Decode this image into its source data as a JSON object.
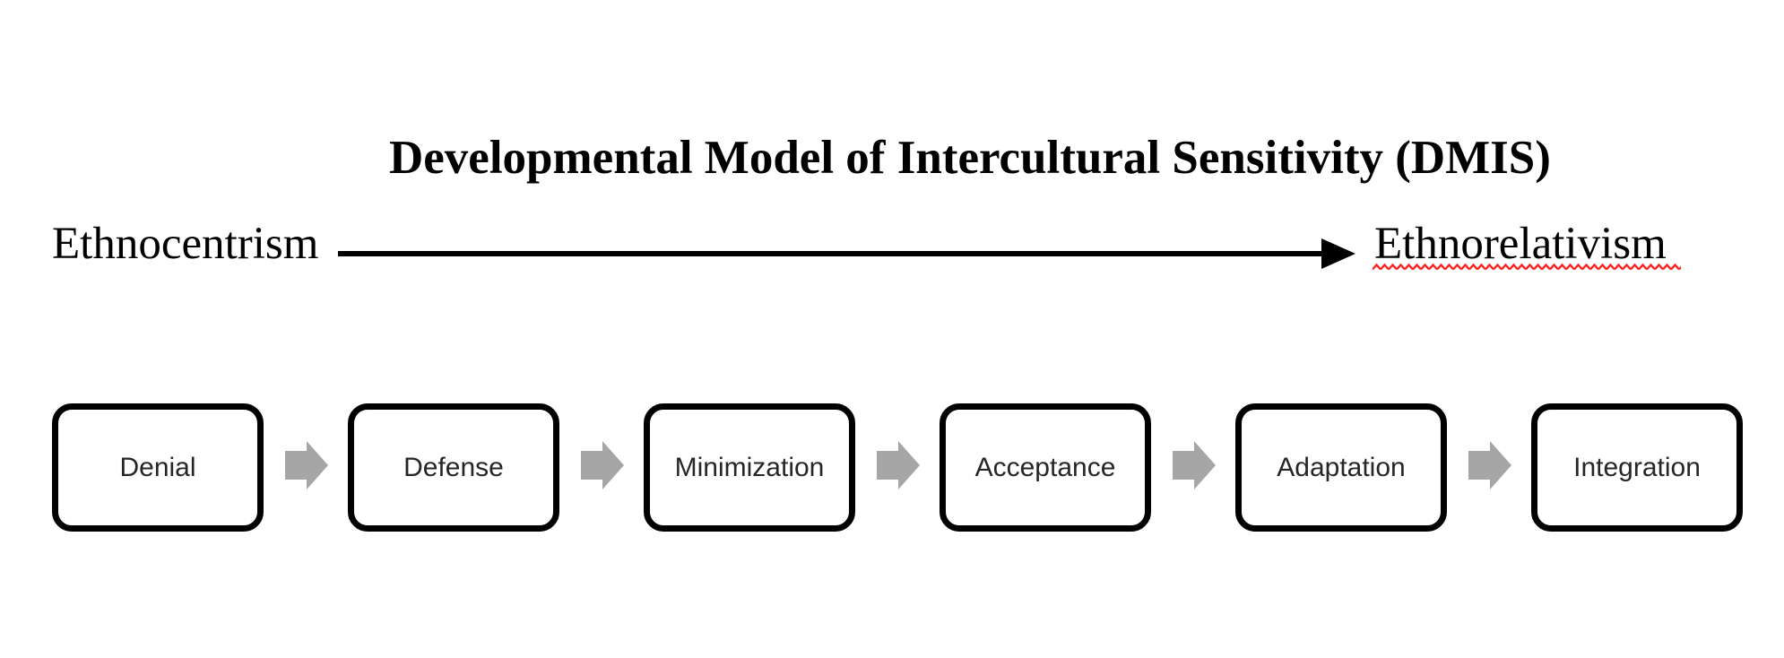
{
  "title": "Developmental Model of Intercultural Sensitivity (DMIS)",
  "continuum": {
    "left_label": "Ethnocentrism",
    "right_label": "Ethnorelativism"
  },
  "stages": [
    "Denial",
    "Defense",
    "Minimization",
    "Acceptance",
    "Adaptation",
    "Integration"
  ],
  "colors": {
    "title_text": "#000000",
    "label_text": "#000000",
    "stage_text": "#262626",
    "box_border": "#000000",
    "box_fill": "#ffffff",
    "continuum_arrow": "#000000",
    "connector_arrow": "#a6a6a6",
    "spellcheck_underline": "#ff2020"
  }
}
